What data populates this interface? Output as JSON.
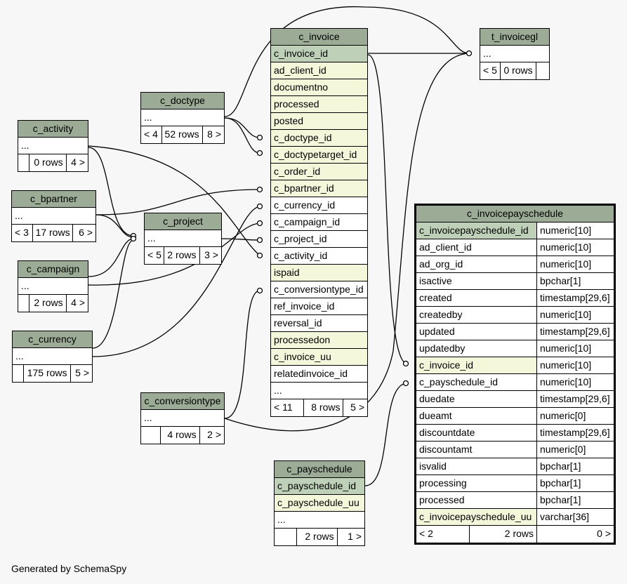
{
  "footer": "Generated by SchemaSpy",
  "tables": {
    "c_invoice": {
      "name": "c_invoice",
      "columns": [
        "c_invoice_id",
        "ad_client_id",
        "documentno",
        "processed",
        "posted",
        "c_doctype_id",
        "c_doctypetarget_id",
        "c_order_id",
        "c_bpartner_id",
        "c_currency_id",
        "c_campaign_id",
        "c_project_id",
        "c_activity_id",
        "ispaid",
        "c_conversiontype_id",
        "ref_invoice_id",
        "reversal_id",
        "processedon",
        "c_invoice_uu",
        "relatedinvoice_id",
        "..."
      ],
      "footer": [
        "< 11",
        "8 rows",
        "5 >"
      ]
    },
    "t_invoicegl": {
      "name": "t_invoicegl",
      "columns": [
        "..."
      ],
      "footer": [
        "< 5",
        "0 rows",
        ""
      ]
    },
    "c_doctype": {
      "name": "c_doctype",
      "columns": [
        "..."
      ],
      "footer": [
        "< 4",
        "52 rows",
        "8 >"
      ]
    },
    "c_activity": {
      "name": "c_activity",
      "columns": [
        "..."
      ],
      "footer": [
        "",
        "0 rows",
        "4 >"
      ]
    },
    "c_bpartner": {
      "name": "c_bpartner",
      "columns": [
        "..."
      ],
      "footer": [
        "< 3",
        "17 rows",
        "6 >"
      ]
    },
    "c_project": {
      "name": "c_project",
      "columns": [
        "..."
      ],
      "footer": [
        "< 5",
        "2 rows",
        "3 >"
      ]
    },
    "c_campaign": {
      "name": "c_campaign",
      "columns": [
        "..."
      ],
      "footer": [
        "",
        "2 rows",
        "4 >"
      ]
    },
    "c_currency": {
      "name": "c_currency",
      "columns": [
        "..."
      ],
      "footer": [
        "",
        "175 rows",
        "5 >"
      ]
    },
    "c_conversiontype": {
      "name": "c_conversiontype",
      "columns": [
        "..."
      ],
      "footer": [
        "",
        "4 rows",
        "2 >"
      ]
    },
    "c_payschedule": {
      "name": "c_payschedule",
      "columns": [
        "c_payschedule_id",
        "c_payschedule_uu",
        "..."
      ],
      "footer": [
        "",
        "2 rows",
        "1 >"
      ]
    },
    "c_invoicepayschedule": {
      "name": "c_invoicepayschedule",
      "columns": [
        [
          "c_invoicepayschedule_id",
          "numeric[10]"
        ],
        [
          "ad_client_id",
          "numeric[10]"
        ],
        [
          "ad_org_id",
          "numeric[10]"
        ],
        [
          "isactive",
          "bpchar[1]"
        ],
        [
          "created",
          "timestamp[29,6]"
        ],
        [
          "createdby",
          "numeric[10]"
        ],
        [
          "updated",
          "timestamp[29,6]"
        ],
        [
          "updatedby",
          "numeric[10]"
        ],
        [
          "c_invoice_id",
          "numeric[10]"
        ],
        [
          "c_payschedule_id",
          "numeric[10]"
        ],
        [
          "duedate",
          "timestamp[29,6]"
        ],
        [
          "dueamt",
          "numeric[0]"
        ],
        [
          "discountdate",
          "timestamp[29,6]"
        ],
        [
          "discountamt",
          "numeric[0]"
        ],
        [
          "isvalid",
          "bpchar[1]"
        ],
        [
          "processing",
          "bpchar[1]"
        ],
        [
          "processed",
          "bpchar[1]"
        ],
        [
          "c_invoicepayschedule_uu",
          "varchar[36]"
        ]
      ],
      "footer": [
        "< 2",
        "2 rows",
        "0 >"
      ]
    }
  }
}
